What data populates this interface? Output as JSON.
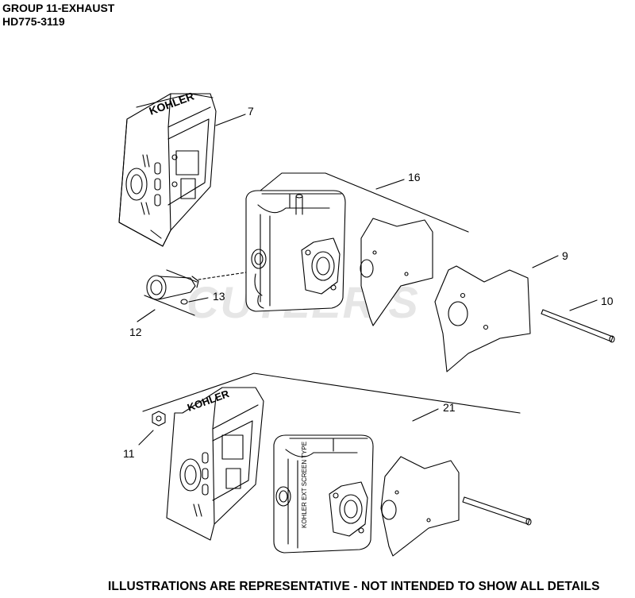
{
  "header": {
    "group_title": "GROUP 11-EXHAUST",
    "model": "HD775-3119"
  },
  "footer": {
    "disclaimer": "ILLUSTRATIONS ARE REPRESENTATIVE - NOT INTENDED TO SHOW ALL DETAILS"
  },
  "watermark": "CUTLER'S",
  "callouts": {
    "c7": "7",
    "c16": "16",
    "c9": "9",
    "c10": "10",
    "c12": "12",
    "c13": "13",
    "c11": "11",
    "c21": "21"
  },
  "muffler_label": "KOHLER EXT SCREEN TYPE",
  "shield_logo": "KOHLER"
}
